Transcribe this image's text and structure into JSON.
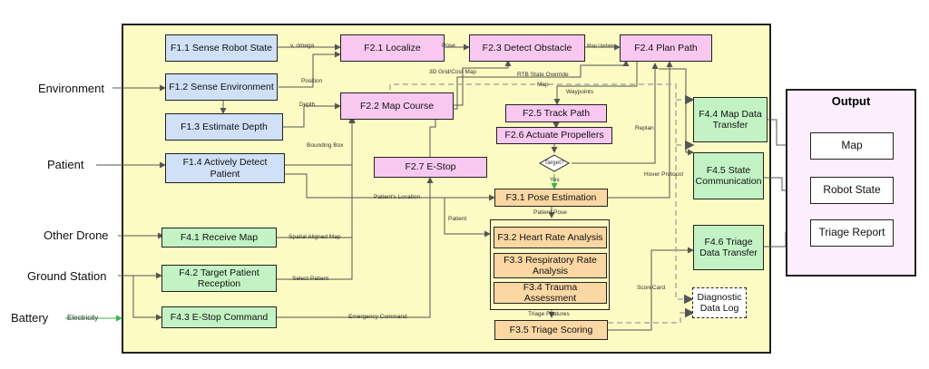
{
  "externals": {
    "environment": "Environment",
    "patient": "Patient",
    "other_drone": "Other Drone",
    "ground_station": "Ground Station",
    "battery": "Battery"
  },
  "functions": {
    "f11": "F1.1 Sense Robot State",
    "f12": "F1.2 Sense Environment",
    "f13": "F1.3 Estimate Depth",
    "f14": "F1.4 Actively Detect Patient",
    "f21": "F2.1 Localize",
    "f22": "F2.2 Map Course",
    "f23": "F2.3 Detect Obstacle",
    "f24": "F2.4 Plan Path",
    "f25": "F2.5 Track Path",
    "f26": "F2.6  Actuate Propellers",
    "f27": "F2.7 E-Stop",
    "f31": "F3.1 Pose Estimation",
    "f32": "F3.2 Heart Rate Analysis",
    "f33": "F3.3 Respiratory Rate Analysis",
    "f34": "F3.4 Trauma Assessment",
    "f35": "F3.5 Triage Scoring",
    "f41": "F4.1 Receive Map",
    "f42": "F4.2 Target Patient Reception",
    "f43": "F4.3 E-Stop Command",
    "f44": "F4.4 Map Data Transfer",
    "f45": "F4.5 State Communication",
    "f46": "F4.6 Triage Data Transfer",
    "diag": "Diagnostic Data Log",
    "decision": "Target?",
    "decision_yes": "Yes"
  },
  "output": {
    "title": "Output",
    "map": "Map",
    "robot_state": "Robot State",
    "triage_report": "Triage Report"
  },
  "flows": {
    "v_omega": "v, omega",
    "position": "Position",
    "pose": "Pose",
    "map_update": "Map Update",
    "grid_map": "3D Grid/Cost Map",
    "rtb": "RTB State Override",
    "map": "Map",
    "waypoints": "Waypoints",
    "depth": "Depth",
    "bounding_box": "Bounding Box",
    "replan": "Replan",
    "hover": "Hover Protocol",
    "patients_location": "Patient's Location",
    "patient": "Patient",
    "patient_pose": "Patient Pose",
    "spatial_map": "Spatial Aligned Map",
    "select_patient": "Select Patient",
    "scorecard": "ScoreCard",
    "triage_features": "Triage Features",
    "emergency": "Emergency Command",
    "electricity": "Electricity"
  },
  "colors": {
    "system_bg": "#fbfbc3",
    "sense": "#cfe0f7",
    "navigate": "#f8c8f0",
    "triage": "#fad7a3",
    "communicate": "#c3f3c5",
    "output_bg": "#fdeefd"
  }
}
